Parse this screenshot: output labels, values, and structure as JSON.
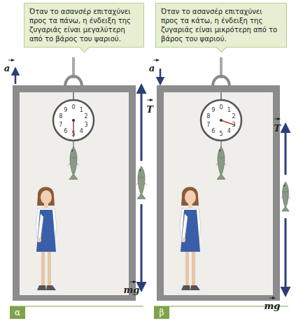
{
  "diagram": {
    "nodes": [
      {
        "text": [
          "Όταν το ασανσέρ επιταχύνει προς τα πάνω, η ένδειξη της ζυγαριάς είναι μεγαλύτερη από το βάρος του ψαριού."
        ]
      },
      {
        "text": [
          "Όταν το ασανσέρ επιταχύνει προς τα κάτω, η ένδειξη της ζυγαριάς είναι μικρότερη από το βάρος του ψαριού."
        ]
      }
    ],
    "edges": [],
    "labels": [
      "a",
      "T",
      "mg",
      "0",
      "1",
      "2",
      "3",
      "4",
      "5",
      "6",
      "7",
      "8",
      "9",
      "α",
      "a",
      "T",
      "mg",
      "0",
      "1",
      "2",
      "3",
      "4",
      "5",
      "6",
      "7",
      "8",
      "9",
      "β"
    ]
  }
}
